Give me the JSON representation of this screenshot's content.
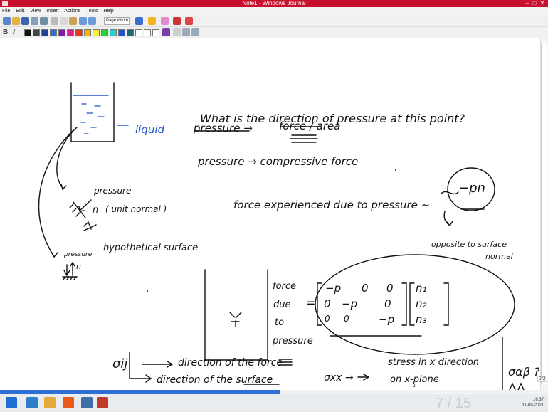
{
  "window": {
    "title": "Note1 - Windows Journal",
    "controls": [
      "–",
      "□",
      "✕"
    ]
  },
  "menu": [
    "File",
    "Edit",
    "View",
    "Insert",
    "Actions",
    "Tools",
    "Help"
  ],
  "toolbar": {
    "zoom_select": "Page Width",
    "bold": "B",
    "italic": "I"
  },
  "colors": {
    "titlebar": "#c8102e",
    "ink": "#111111",
    "blue_ink": "#2255cc",
    "palette": [
      "#111111",
      "#444444",
      "#1f3f99",
      "#2b6fd6",
      "#7a1fa2",
      "#e0218a",
      "#e03a1e",
      "#f7b500",
      "#f7ef3a",
      "#2fcf3a",
      "#28d0d0",
      "#2255cc",
      "#1e6b6b",
      "#ffffff",
      "#ffffff",
      "#ffffff"
    ]
  },
  "note": {
    "question": "What is the direction of pressure at this point?",
    "liquid_label": "liquid",
    "eq1_left": "pressure →",
    "eq1_right": "force / area",
    "eq2": "pressure → compressive force",
    "force_text": "force experienced due to pressure ~",
    "force_expr": "−pn",
    "opposite_1": "opposite to surface",
    "opposite_2": "normal",
    "pressure_label_1": "pressure",
    "n_label": "n",
    "unit_normal": "( unit normal )",
    "hypothetical": "hypothetical surface",
    "pressure_label_2": "pressure",
    "n_label_2": "n",
    "force_due_1": "force",
    "force_due_2": "due",
    "force_due_3": "to",
    "force_due_4": "pressure",
    "equals": "=",
    "matrix_rows": [
      [
        "−p",
        "0",
        "0"
      ],
      [
        "0",
        "−p",
        "0"
      ],
      [
        "0",
        "0",
        "−p"
      ]
    ],
    "vector": [
      "n₁",
      "n₂",
      "n₃"
    ],
    "sigma_ij": "σij",
    "dir_force": "direction of the force",
    "dir_surface": "direction of the surface",
    "sigma_xx": "σxx →",
    "stress_1": "stress in x direction",
    "stress_2": "on x-plane",
    "sigma_q": "σαβ ?",
    "small_2": "2"
  },
  "status": {
    "page_indicator": "2/2",
    "slide_counter": "7 / 15",
    "progress_fraction": 0.51
  },
  "tray": {
    "time": "16:37",
    "date": "11-08-2021"
  }
}
